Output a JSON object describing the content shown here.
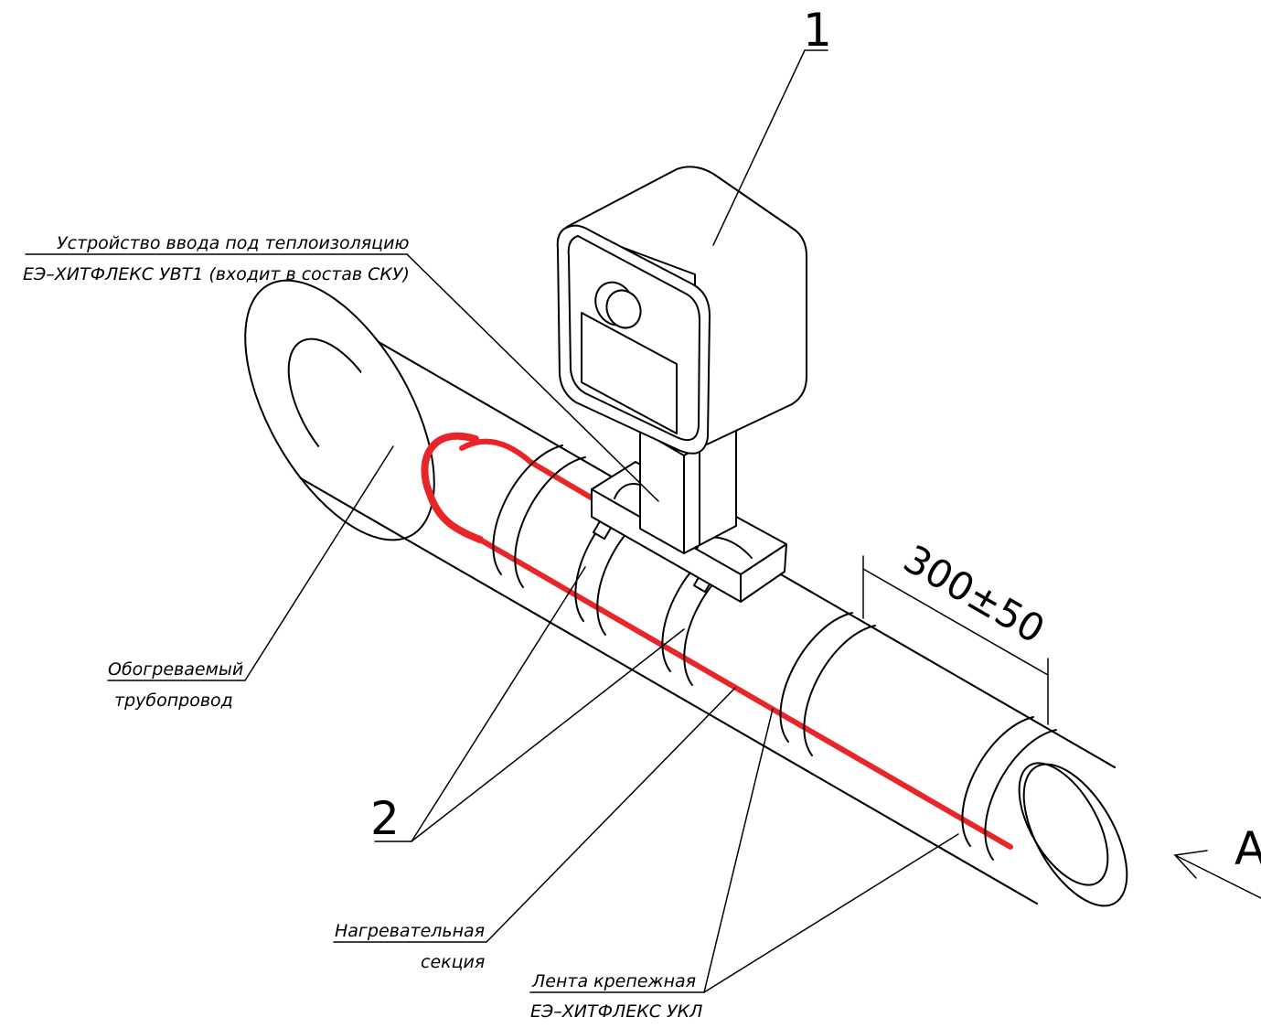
{
  "labels": {
    "entry_device_line1": "Устройство ввода под теплоизоляцию",
    "entry_device_line2": "ЕЭ–ХИТФЛЕКС УВТ1 (входит в состав СКУ)",
    "pipe_line1": "Обогреваемый",
    "pipe_line2": "трубопровод",
    "heater_line1": "Нагревательная",
    "heater_line2": "секция",
    "tape_line1": "Лента крепежная",
    "tape_line2": "ЕЭ–ХИТФЛЕКС УКЛ",
    "dimension": "300±50",
    "callout_1": "1",
    "callout_2": "2",
    "view_arrow": "A"
  },
  "colors": {
    "heating_cable": "#e8262a",
    "line": "#000000",
    "background": "#ffffff"
  }
}
